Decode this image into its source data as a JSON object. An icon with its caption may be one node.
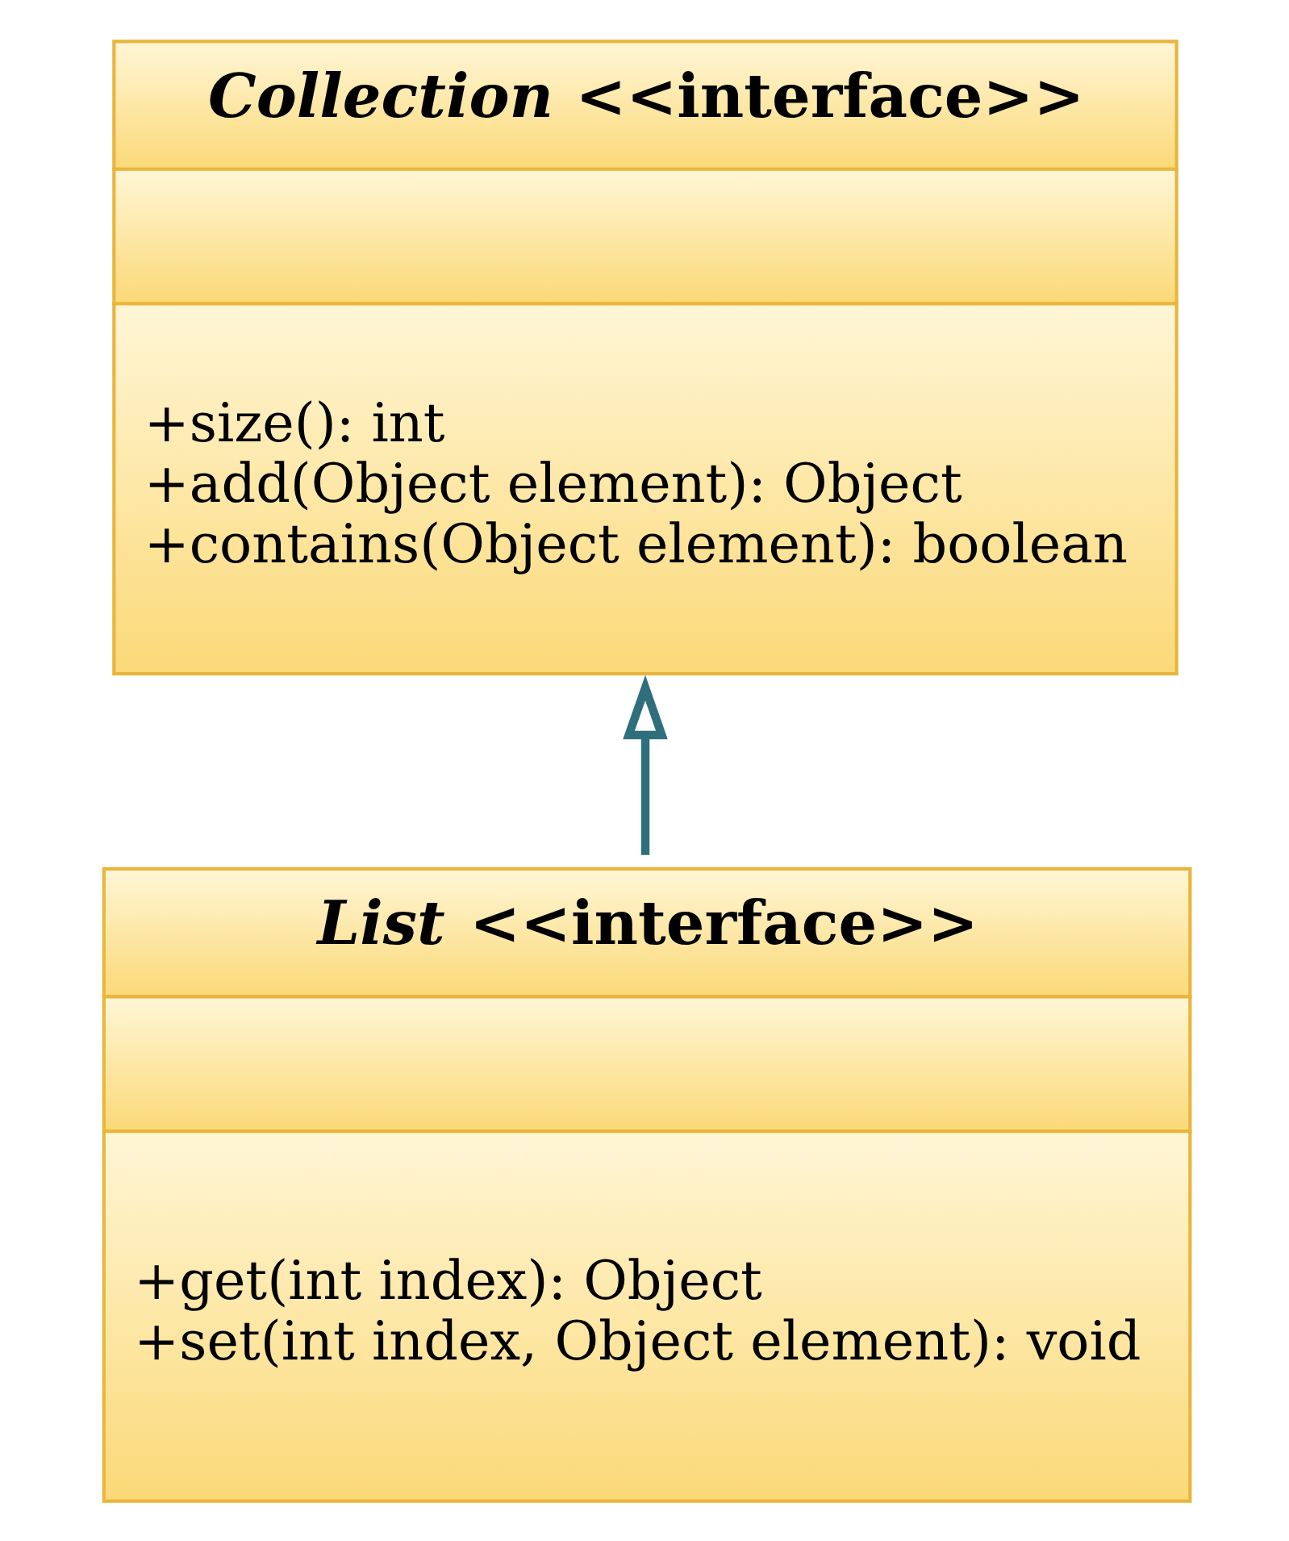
{
  "diagram": {
    "nodes": [
      {
        "text": [
          "*Collection* <<interface>>",
          "+size(): int",
          "+add(Object element): Object",
          "+contains(Object element): boolean"
        ]
      },
      {
        "text": [
          "*List* <<interface>>",
          "+get(int index): Object",
          "+set(int index, Object element): void"
        ]
      }
    ],
    "edges": [
      {
        "from": 1,
        "to": 0,
        "arrow": "to"
      }
    ]
  }
}
